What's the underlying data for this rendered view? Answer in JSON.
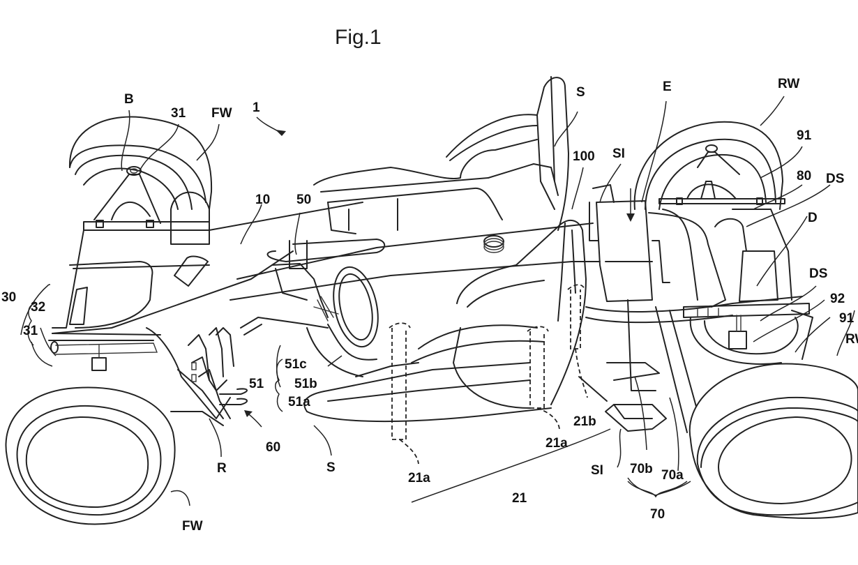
{
  "figure": {
    "title": "Fig.1",
    "subject": "vehicle perspective view (patent drawing)"
  },
  "labels": {
    "B": "B",
    "31_top": "31",
    "FW_top": "FW",
    "vehicle_1": "1",
    "10": "10",
    "50": "50",
    "S_top": "S",
    "100": "100",
    "SI_top": "SI",
    "E": "E",
    "RW_top": "RW",
    "91_top": "91",
    "80": "80",
    "DS_top": "DS",
    "D": "D",
    "DS_right": "DS",
    "92": "92",
    "91_right": "91",
    "RW_right": "RW",
    "30": "30",
    "32": "32",
    "31_left": "31",
    "51": "51",
    "51c": "51c",
    "51b": "51b",
    "51a": "51a",
    "60": "60",
    "R": "R",
    "S_bottom": "S",
    "FW_bottom": "FW",
    "21a_left": "21a",
    "21a_mid": "21a",
    "21b": "21b",
    "21": "21",
    "SI_bottom": "SI",
    "70b": "70b",
    "70a": "70a",
    "70": "70"
  }
}
